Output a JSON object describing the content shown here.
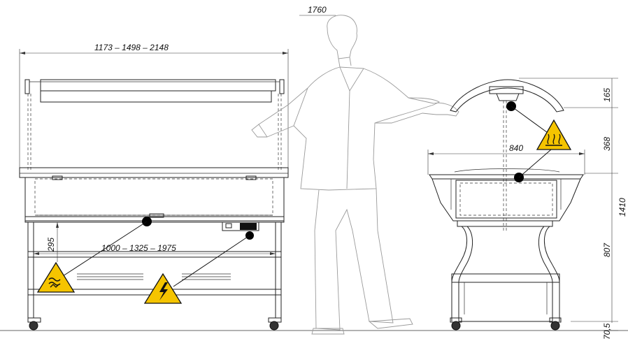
{
  "dimensions": {
    "total_width": "1173  –  1498  –  2148",
    "inner_width": "1000  –  1325  –  1975",
    "person_height": "1760",
    "depth": "840",
    "leg_offset": "295",
    "canopy_height": "165",
    "glass_height": "368",
    "total_height": "1410",
    "counter_height": "807",
    "base_height": "70,5"
  },
  "icons": {
    "hot_surface": "hot-surface-warning-icon",
    "refrigeration": "refrigeration-warning-icon",
    "electric": "electric-hazard-warning-icon"
  },
  "colors": {
    "warning": "#f5c400",
    "line": "#222222",
    "figure": "#9a9a9a"
  }
}
